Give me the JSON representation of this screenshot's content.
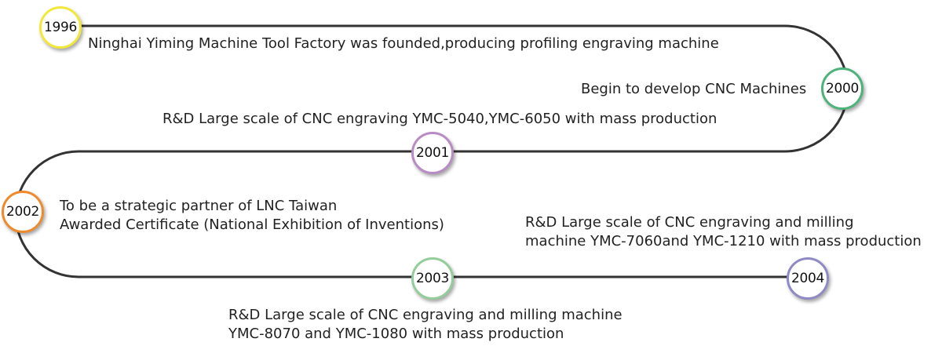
{
  "timeline": {
    "line_color": "#333333",
    "nodes": [
      {
        "year": "1996",
        "color": "#f2e83a"
      },
      {
        "year": "2000",
        "color": "#4db37b"
      },
      {
        "year": "2001",
        "color": "#b98bc4"
      },
      {
        "year": "2002",
        "color": "#ee8a2c"
      },
      {
        "year": "2003",
        "color": "#94cc9a"
      },
      {
        "year": "2004",
        "color": "#8f8ac4"
      }
    ],
    "events": [
      {
        "lines": [
          "Ninghai Yiming Machine Tool Factory was founded,producing profiling engraving machine"
        ]
      },
      {
        "lines": [
          "Begin to develop CNC Machines"
        ]
      },
      {
        "lines": [
          "R&D Large scale of CNC engraving YMC-5040,YMC-6050 with mass production"
        ]
      },
      {
        "lines": [
          "To be a strategic partner of LNC Taiwan",
          "Awarded Certificate (National Exhibition of Inventions)"
        ]
      },
      {
        "lines": [
          "R&D Large scale of CNC engraving and milling machine",
          "YMC-8070 and YMC-1080 with mass production"
        ]
      },
      {
        "lines": [
          "R&D Large scale of CNC engraving and milling",
          "machine YMC-7060and YMC-1210 with mass production"
        ]
      }
    ]
  }
}
